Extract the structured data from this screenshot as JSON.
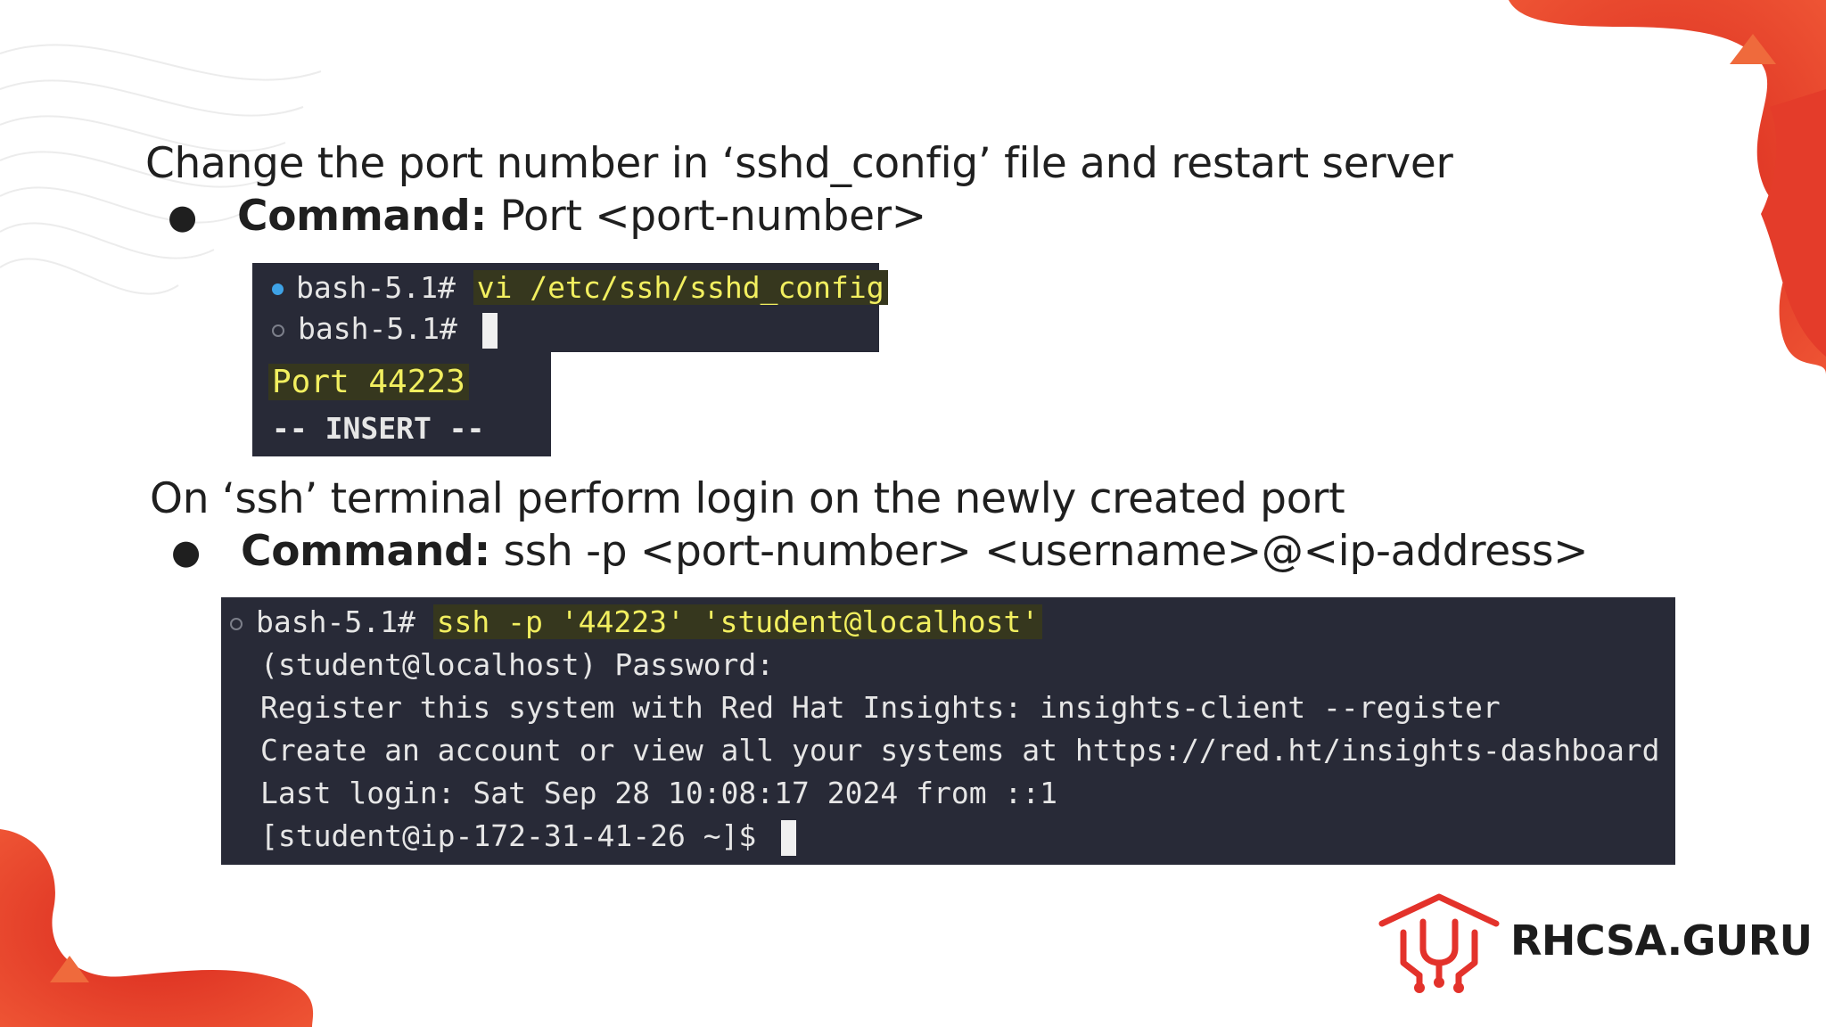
{
  "slide": {
    "heading1": "Change the port number in ‘sshd_config’ file and restart server",
    "bullet1": {
      "label": "Command:",
      "text": " Port <port-number>"
    },
    "heading2": "On ‘ssh’ terminal perform login on the newly created port",
    "bullet2": {
      "label": "Command:",
      "text": " ssh -p <port-number> <username>@<ip-address>"
    },
    "bullet_symbol": "●"
  },
  "terminal1": {
    "line1_prompt": "bash-5.1# ",
    "line1_cmd": "vi /etc/ssh/sshd_config",
    "line2_prompt": "bash-5.1# "
  },
  "editor": {
    "port_line": "Port 44223",
    "mode_line": "-- INSERT --"
  },
  "terminal2": {
    "prompt": "bash-5.1# ",
    "cmd": "ssh -p '44223' 'student@localhost'",
    "lines": [
      "(student@localhost) Password:",
      "Register this system with Red Hat Insights: insights-client --register",
      "Create an account or view all your systems at https://red.ht/insights-dashboard",
      "Last login: Sat Sep 28 10:08:17 2024 from ::1",
      "[student@ip-172-31-41-26 ~]$ "
    ]
  },
  "brand": {
    "name": "RHCSA.GURU",
    "accent": "#e3322b"
  },
  "colors": {
    "decor": "#e8432e",
    "terminal_bg": "#282a37",
    "highlight_text": "#f2ef5f"
  }
}
